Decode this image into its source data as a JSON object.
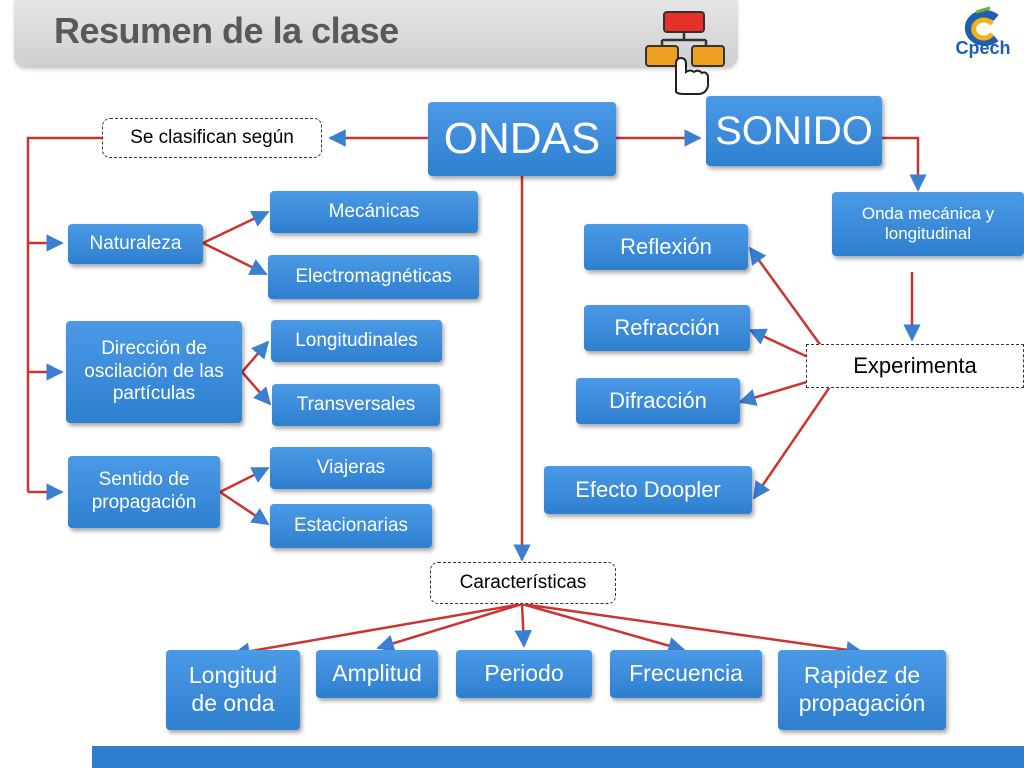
{
  "header": {
    "title": "Resumen de la clase"
  },
  "logo": {
    "text": "Cpech",
    "color": "#1f5fb0"
  },
  "colors": {
    "box": "#2f7fd0",
    "arrow": "#cc3333",
    "bottom_strip": "#2f7fd0"
  },
  "center": {
    "ondas": "ONDAS",
    "sonido": "SONIDO"
  },
  "left": {
    "clasifican": "Se clasifican según",
    "naturaleza": "Naturaleza",
    "mecanicas": "Mecánicas",
    "electromagneticas": "Electromagnéticas",
    "direccion": "Dirección de oscilación de las partículas",
    "longitudinales": "Longitudinales",
    "transversales": "Transversales",
    "sentido": "Sentido de propagación",
    "viajeras": "Viajeras",
    "estacionarias": "Estacionarias"
  },
  "right": {
    "onda_mecanica": "Onda mecánica y longitudinal",
    "experimenta": "Experimenta",
    "reflexion": "Reflexión",
    "refraccion": "Refracción",
    "difraccion": "Difracción",
    "doppler": "Efecto Doopler"
  },
  "bottom": {
    "caracteristicas": "Características",
    "longitud": "Longitud de onda",
    "amplitud": "Amplitud",
    "periodo": "Periodo",
    "frecuencia": "Frecuencia",
    "rapidez": "Rapidez de propagación"
  },
  "icons": {
    "nav": "hierarchy-click-icon"
  }
}
